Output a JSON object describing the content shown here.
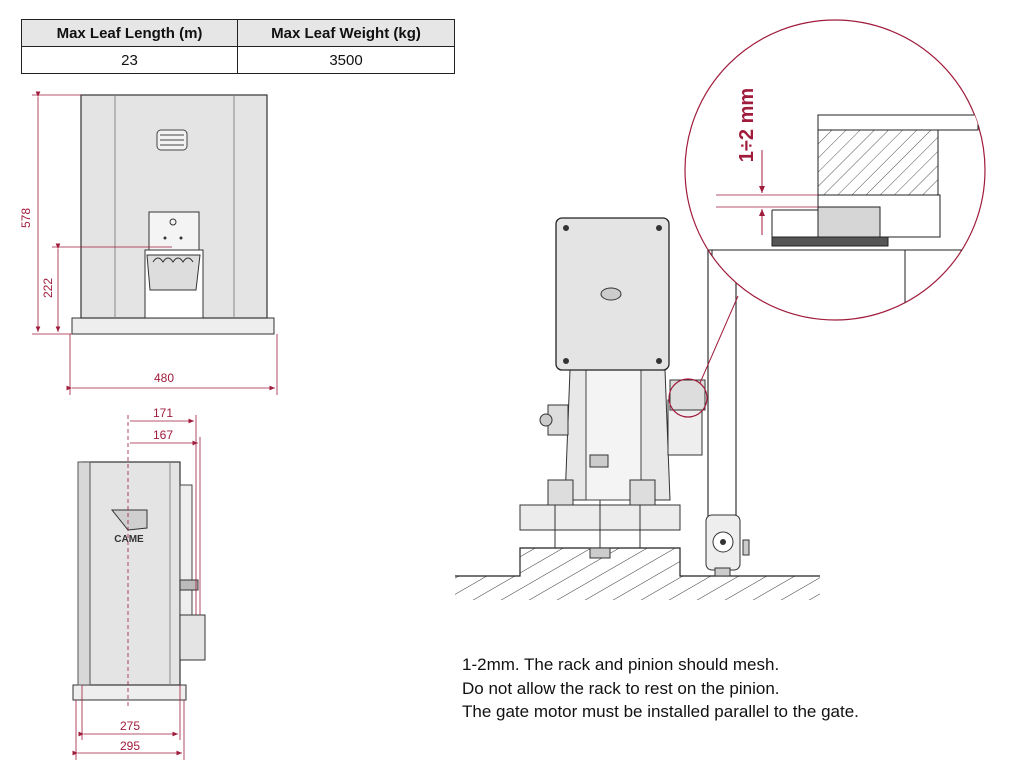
{
  "spec_table": {
    "headers": [
      "Max Leaf Length (m)",
      "Max Leaf Weight (kg)"
    ],
    "values": [
      "23",
      "3500"
    ]
  },
  "front_view": {
    "dim_height": "578",
    "dim_pinion": "222",
    "dim_width": "480"
  },
  "side_view": {
    "dim_171": "171",
    "dim_167": "167",
    "dim_275": "275",
    "dim_295": "295",
    "brand": "CAME"
  },
  "detail": {
    "gap_label": "1÷2 mm"
  },
  "notes": [
    "1-2mm. The rack and pinion should mesh.",
    "Do not allow the rack to rest on the pinion.",
    "The gate motor must be installed parallel to the gate."
  ],
  "colors": {
    "dimension": "#a01c3c",
    "body": "#e4e4e4",
    "outline": "#333333"
  }
}
